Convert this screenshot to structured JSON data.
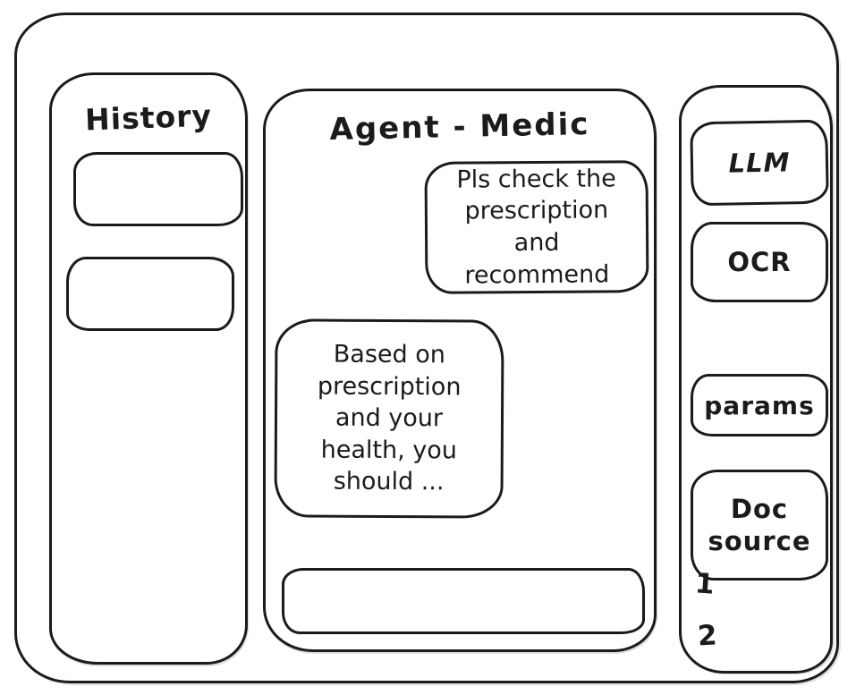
{
  "window": {
    "title": "Agent - Medic"
  },
  "history_panel": {
    "title": "History",
    "items": [
      {
        "label": ""
      },
      {
        "label": ""
      }
    ]
  },
  "chat_panel": {
    "title": "Agent - Medic",
    "messages": [
      {
        "role": "user",
        "text": "Pls check the prescription and recommend"
      },
      {
        "role": "assistant",
        "text": "Based on prescription and your health, you should ..."
      }
    ],
    "composer": {
      "value": ""
    }
  },
  "tools_panel": {
    "buttons": [
      {
        "id": "llm",
        "label": "LLM"
      },
      {
        "id": "ocr",
        "label": "OCR"
      },
      {
        "id": "params",
        "label": "params"
      },
      {
        "id": "doc-source",
        "label": "Doc source"
      }
    ],
    "doc_source_items": [
      {
        "label": "1"
      },
      {
        "label": "2"
      }
    ]
  },
  "colors": {
    "stroke": "#1b1b1b",
    "background": "#ffffff"
  }
}
